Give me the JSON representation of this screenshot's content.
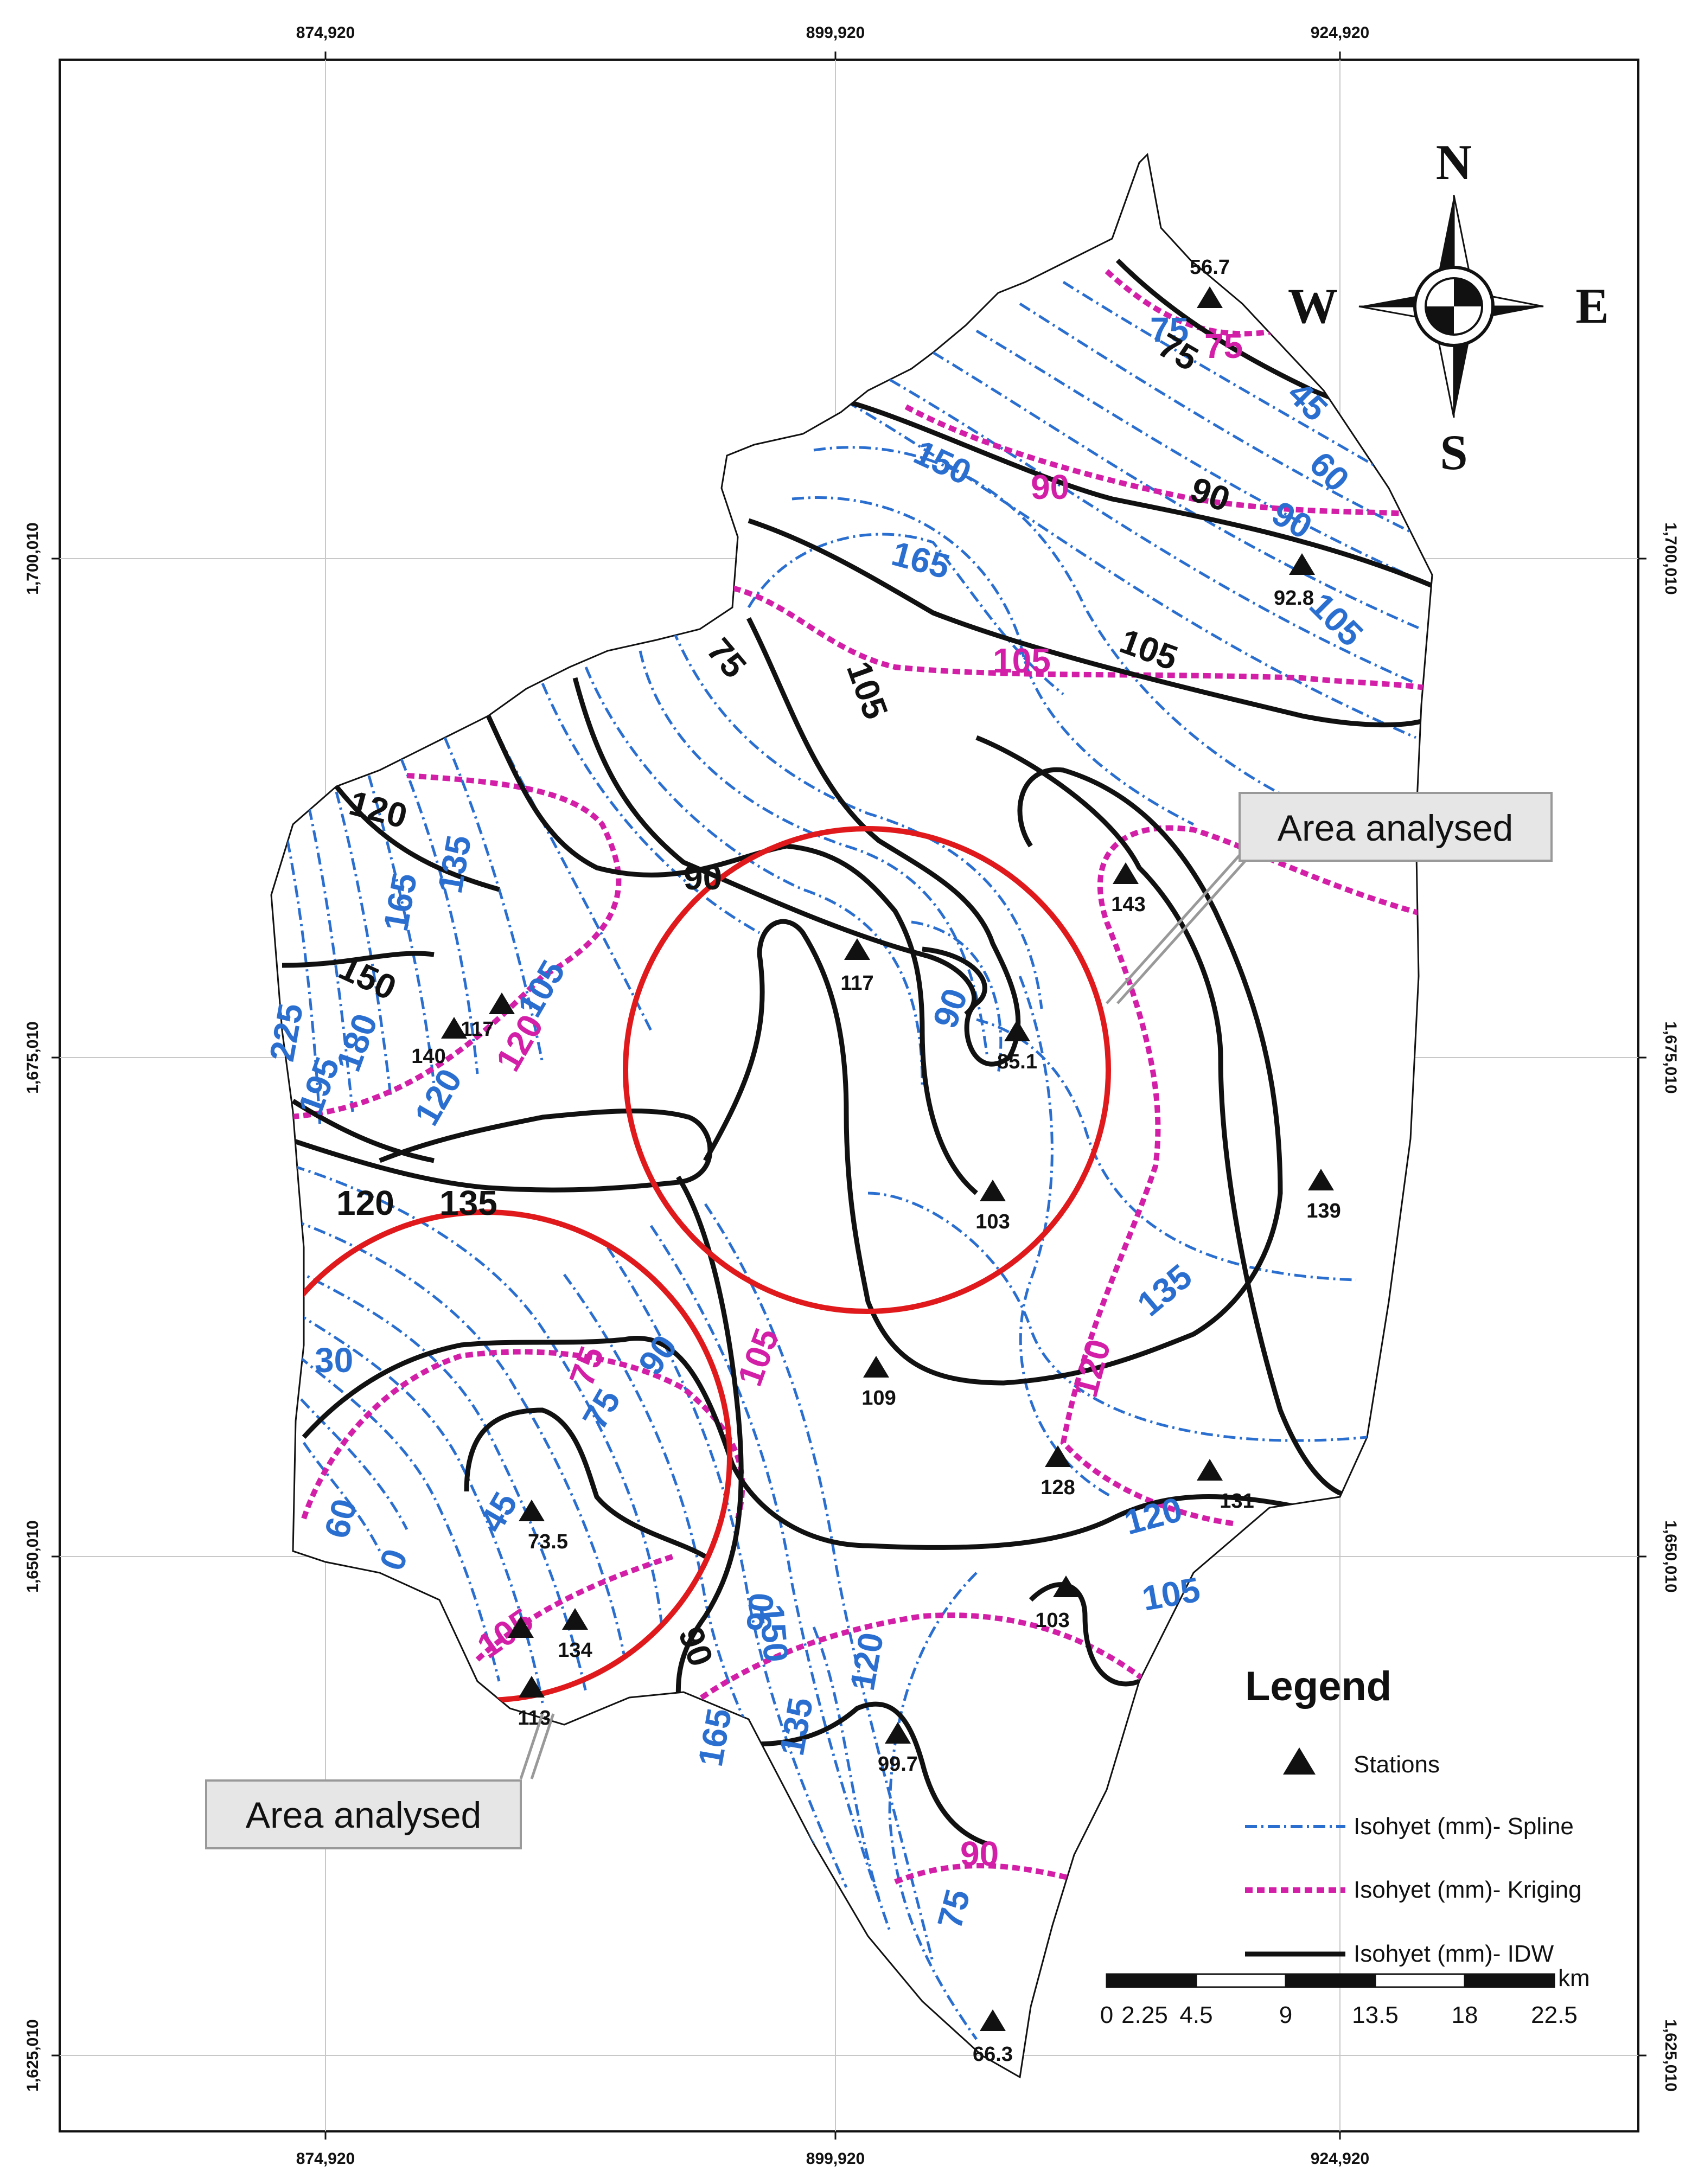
{
  "map": {
    "x_ticks": [
      "874,920",
      "899,920",
      "924,920"
    ],
    "y_ticks": [
      "1,700,010",
      "1,675,010",
      "1,650,010",
      "1,625,010"
    ],
    "compass": {
      "n": "N",
      "s": "S",
      "e": "E",
      "w": "W"
    },
    "callouts": [
      "Area analysed",
      "Area analysed"
    ],
    "stations": [
      "56.7",
      "92.8",
      "143",
      "117",
      "85.1",
      "140",
      "117",
      "103",
      "139",
      "109",
      "128",
      "131",
      "73.5",
      "103",
      "134",
      "113",
      "99.7",
      "66.3"
    ],
    "isohyet_labels": {
      "spline": [
        "75",
        "45",
        "60",
        "150",
        "165",
        "90",
        "105",
        "135",
        "165",
        "225",
        "195",
        "180",
        "105",
        "120",
        "90",
        "30",
        "60",
        "45",
        "0",
        "75",
        "90",
        "135",
        "120",
        "150",
        "90",
        "75",
        "135",
        "165",
        "120",
        "105"
      ],
      "kriging": [
        "75",
        "90",
        "105",
        "120",
        "75",
        "105",
        "105",
        "120",
        "90"
      ],
      "idw": [
        "75",
        "90",
        "105",
        "75",
        "105",
        "120",
        "90",
        "150",
        "120",
        "135",
        "90"
      ]
    },
    "colors": {
      "spline": "#2a6fd0",
      "kriging": "#d31fa8",
      "idw": "#111111",
      "highlight_circle": "#e0191c"
    }
  },
  "legend": {
    "title": "Legend",
    "items": [
      "Stations",
      "Isohyet (mm)- Spline",
      "Isohyet (mm)- Kriging",
      "Isohyet (mm)- IDW"
    ]
  },
  "scale_bar": {
    "unit": "km",
    "labels": [
      "0",
      "2.25",
      "4.5",
      "9",
      "13.5",
      "18",
      "22.5"
    ]
  }
}
